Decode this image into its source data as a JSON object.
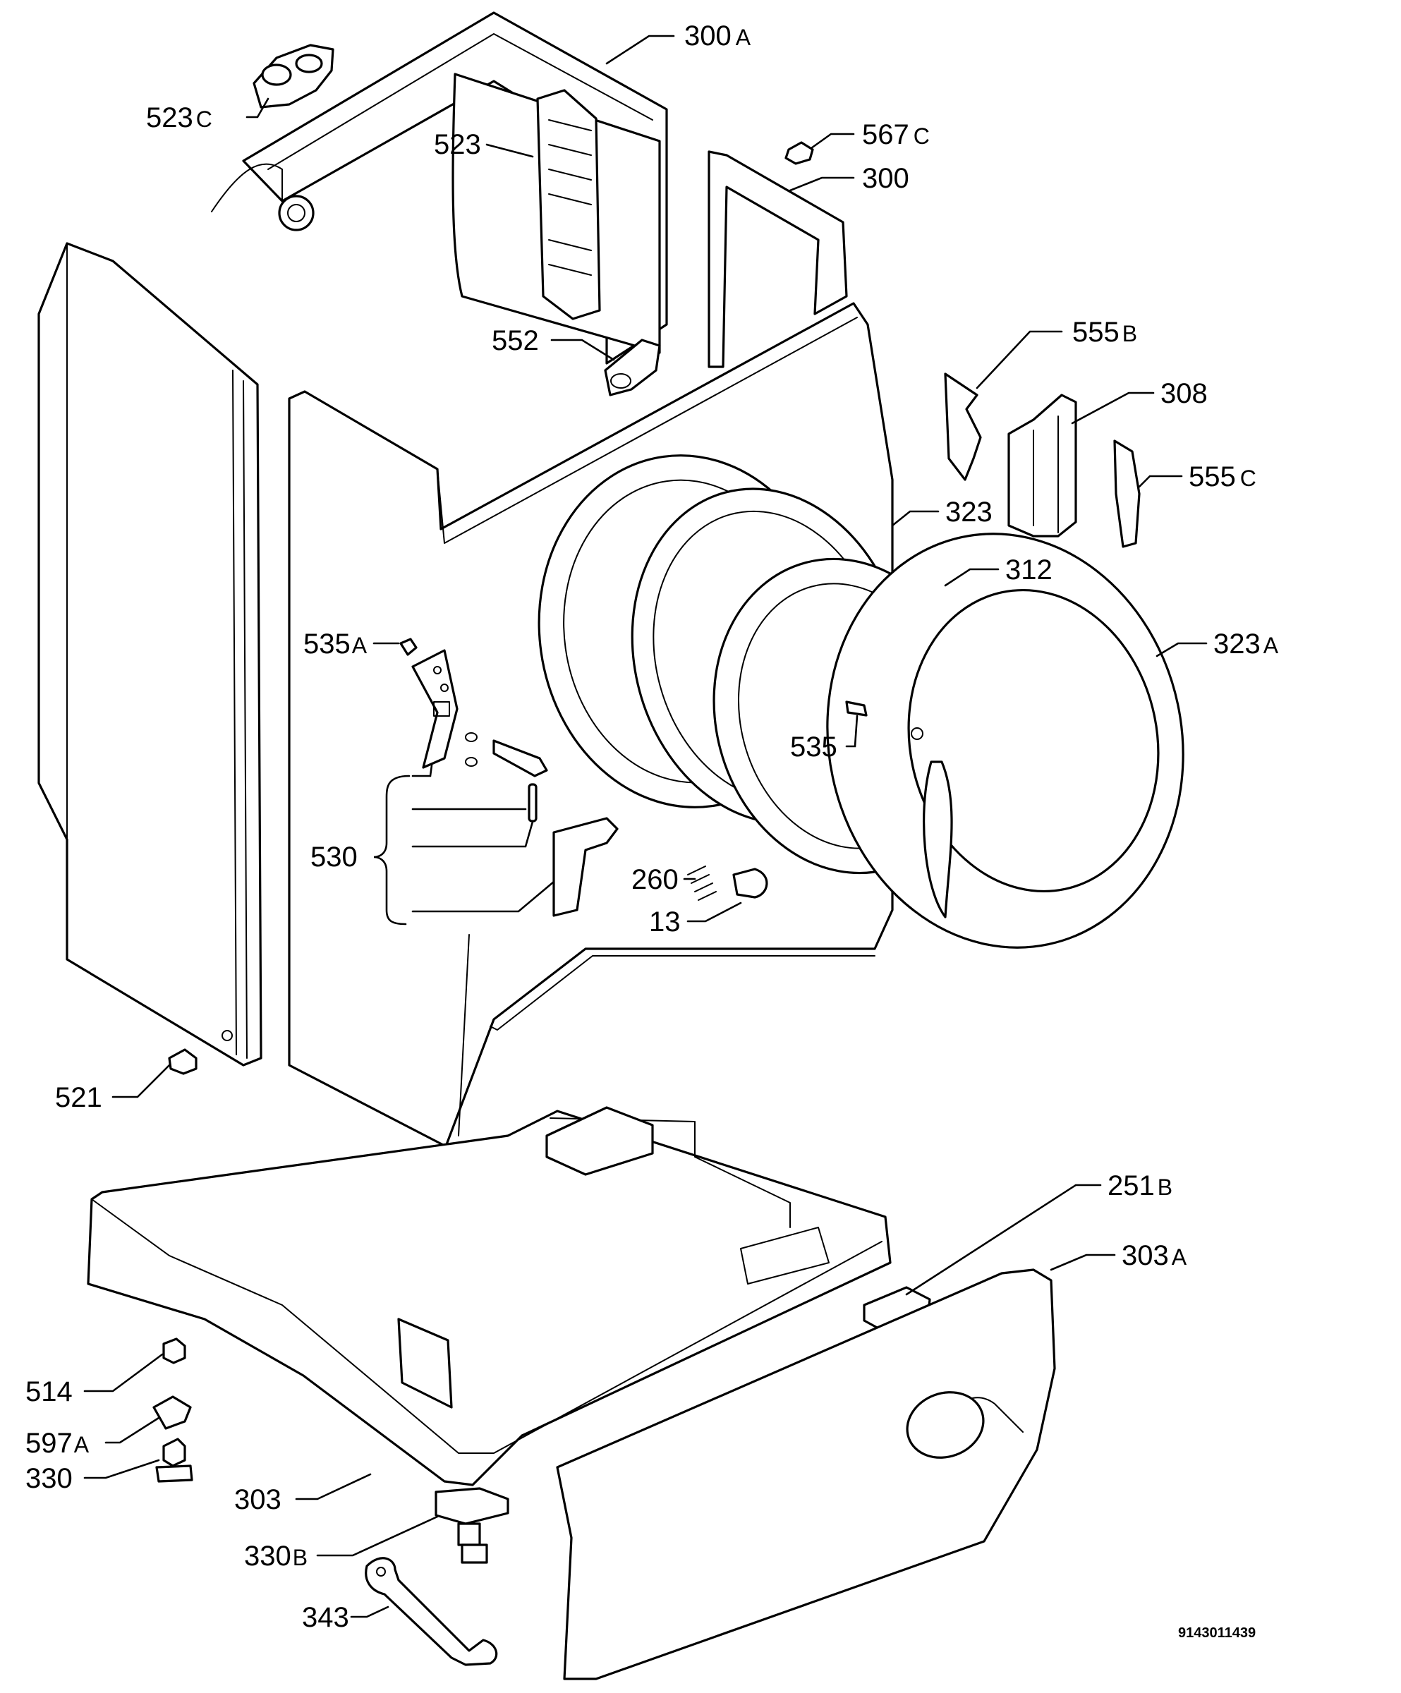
{
  "diagram": {
    "drawing_number": "9143011439",
    "callouts": [
      {
        "id": "300A",
        "num": "300",
        "suffix": "A"
      },
      {
        "id": "523C",
        "num": "523",
        "suffix": "C"
      },
      {
        "id": "523",
        "num": "523",
        "suffix": ""
      },
      {
        "id": "567C",
        "num": "567",
        "suffix": "C"
      },
      {
        "id": "300",
        "num": "300",
        "suffix": ""
      },
      {
        "id": "552",
        "num": "552",
        "suffix": ""
      },
      {
        "id": "555B",
        "num": "555",
        "suffix": "B"
      },
      {
        "id": "308",
        "num": "308",
        "suffix": ""
      },
      {
        "id": "555C",
        "num": "555",
        "suffix": "C"
      },
      {
        "id": "323",
        "num": "323",
        "suffix": ""
      },
      {
        "id": "312",
        "num": "312",
        "suffix": ""
      },
      {
        "id": "323A",
        "num": "323",
        "suffix": "A"
      },
      {
        "id": "535A",
        "num": "535",
        "suffix": "A"
      },
      {
        "id": "535",
        "num": "535",
        "suffix": ""
      },
      {
        "id": "530",
        "num": "530",
        "suffix": ""
      },
      {
        "id": "260",
        "num": "260",
        "suffix": ""
      },
      {
        "id": "13",
        "num": "13",
        "suffix": ""
      },
      {
        "id": "521",
        "num": "521",
        "suffix": ""
      },
      {
        "id": "251B",
        "num": "251",
        "suffix": "B"
      },
      {
        "id": "303A",
        "num": "303",
        "suffix": "A"
      },
      {
        "id": "514",
        "num": "514",
        "suffix": ""
      },
      {
        "id": "597A",
        "num": "597",
        "suffix": "A"
      },
      {
        "id": "330",
        "num": "330",
        "suffix": ""
      },
      {
        "id": "303",
        "num": "303",
        "suffix": ""
      },
      {
        "id": "330B",
        "num": "330",
        "suffix": "B"
      },
      {
        "id": "343",
        "num": "343",
        "suffix": ""
      }
    ]
  }
}
